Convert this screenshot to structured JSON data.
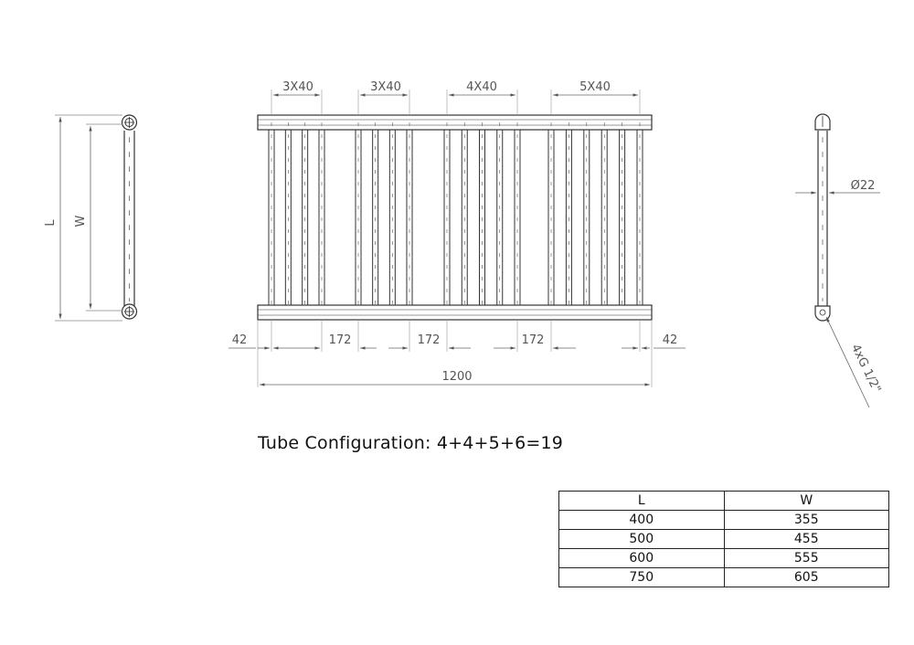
{
  "drawing": {
    "top_dims": [
      "3X40",
      "3X40",
      "4X40",
      "5X40"
    ],
    "bottom_dims": {
      "edge_left": "42",
      "gap_1": "172",
      "gap_2": "172",
      "gap_3": "172",
      "edge_right": "42",
      "overall": "1200"
    },
    "side_labels": {
      "length": "L",
      "width": "W"
    },
    "right_view": {
      "diameter": "Ø22",
      "connection": "4xG 1/2\""
    }
  },
  "caption": "Tube Configuration: 4+4+5+6=19",
  "size_table": {
    "headers": [
      "L",
      "W"
    ],
    "rows": [
      [
        "400",
        "355"
      ],
      [
        "500",
        "455"
      ],
      [
        "600",
        "555"
      ],
      [
        "750",
        "605"
      ]
    ]
  }
}
